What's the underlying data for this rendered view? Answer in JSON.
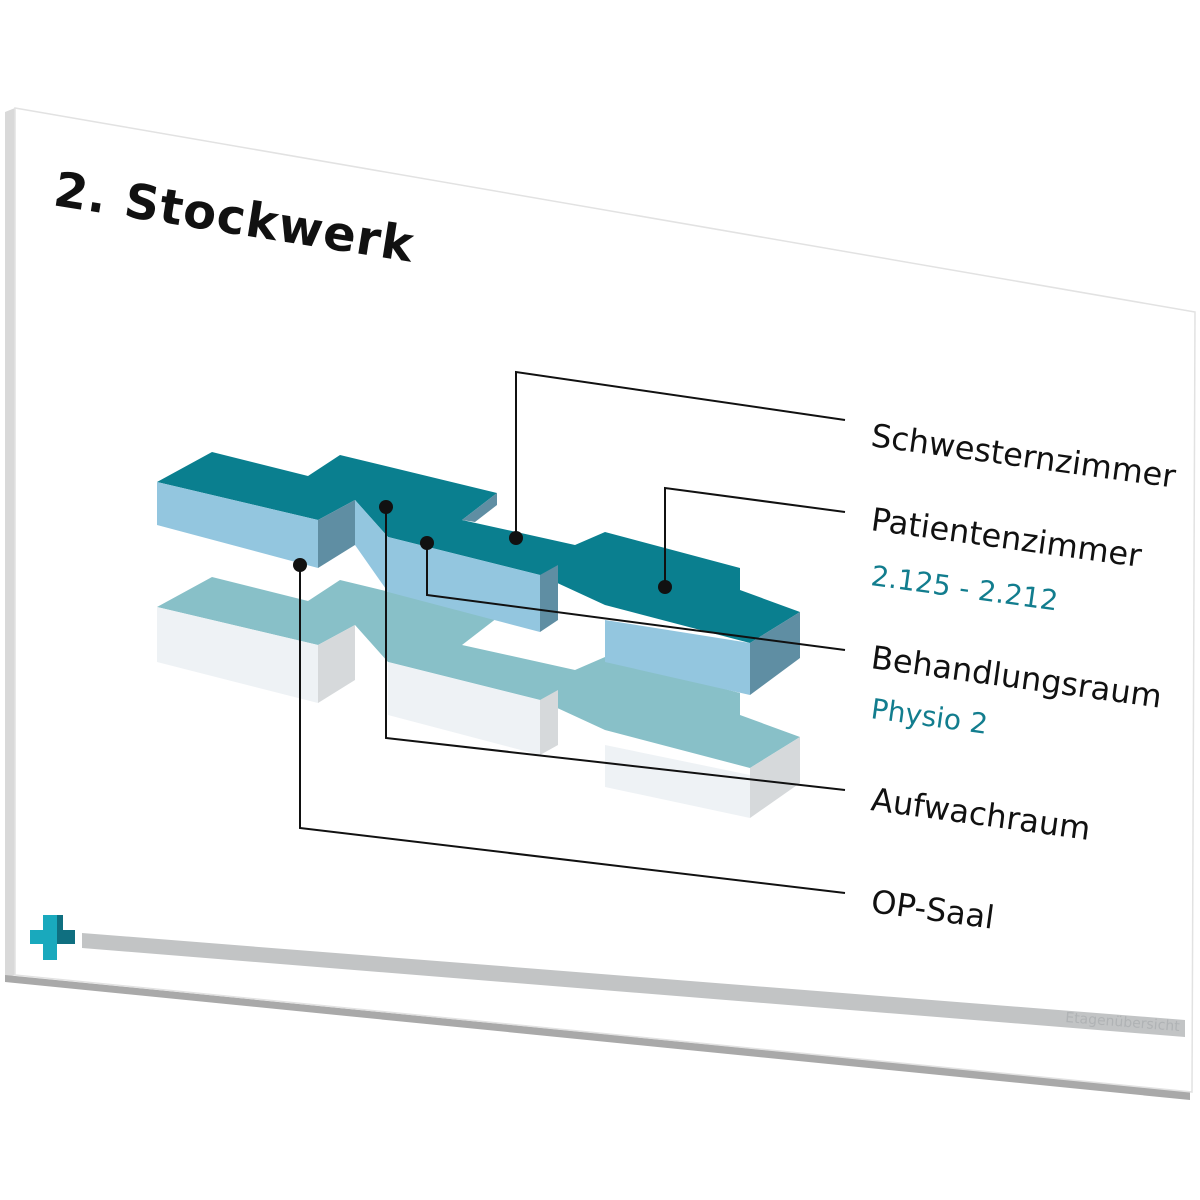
{
  "title": "2. Stockwerk",
  "labels": [
    {
      "name": "Schwesternzimmer",
      "sub": ""
    },
    {
      "name": "Patientenzimmer",
      "sub": "2.125 - 2.212"
    },
    {
      "name": "Behandlungsraum",
      "sub": "Physio 2"
    },
    {
      "name": "Aufwachraum",
      "sub": ""
    },
    {
      "name": "OP-Saal",
      "sub": ""
    }
  ],
  "footer": "Etagenübersicht",
  "colors": {
    "teal": "#0a7f8f",
    "light_blue": "#93c6df",
    "accent_text": "#127d8e",
    "logo": "#19a9bd"
  }
}
